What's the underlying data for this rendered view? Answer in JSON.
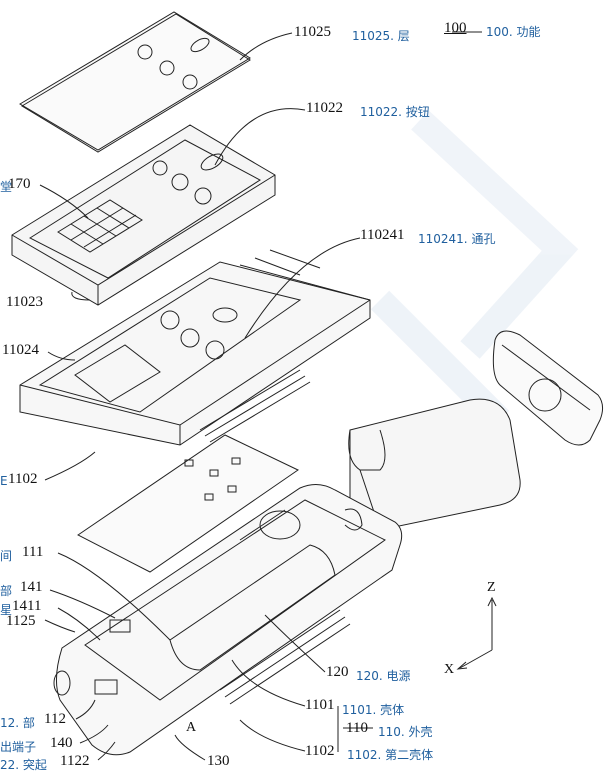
{
  "labels": {
    "l11025": "11025",
    "l100": "100",
    "l11022": "11022",
    "l170": "170",
    "l11023": "11023",
    "l110241": "110241",
    "l11024": "11024",
    "l1102a": "1102",
    "l111": "111",
    "l141": "141",
    "l1411": "1411",
    "l1125": "1125",
    "l120": "120",
    "l1101": "1101",
    "l110": "110",
    "l1102b": "1102",
    "l112": "112",
    "l140": "140",
    "l1122": "1122",
    "l130": "130",
    "lA": "A"
  },
  "annotations": {
    "a11025": "11025. 层",
    "a100": "100. 功能",
    "a11022": "11022. 按钮",
    "a170": "堂",
    "a110241": "110241. 通孔",
    "a1102": "E",
    "a111": "间",
    "a141": "部",
    "a1411": "星",
    "a120": "120. 电源",
    "a1101": "1101. 壳体",
    "a110": "110. 外壳",
    "a1102b": "1102. 第二壳体",
    "a112": "12. 部",
    "a140": "出端子",
    "a1122": "22. 突起"
  },
  "axes": {
    "z": "Z",
    "x": "X"
  }
}
